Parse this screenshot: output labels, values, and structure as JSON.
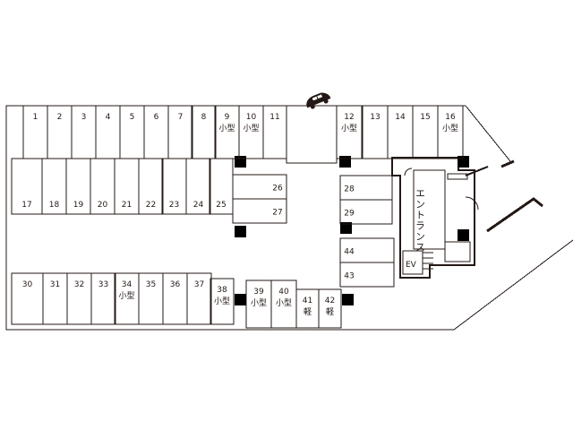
{
  "colors": {
    "line": "#231815",
    "fill": "#000000",
    "background": "#ffffff"
  },
  "icons": {
    "car": "car-icon"
  },
  "labels": {
    "entrance": "エントランス",
    "elevator": "EV"
  },
  "spaces": [
    {
      "number": "1"
    },
    {
      "number": "2"
    },
    {
      "number": "3"
    },
    {
      "number": "4"
    },
    {
      "number": "5"
    },
    {
      "number": "6"
    },
    {
      "number": "7"
    },
    {
      "number": "8"
    },
    {
      "number": "9",
      "type": "小型"
    },
    {
      "number": "10",
      "type": "小型"
    },
    {
      "number": "11"
    },
    {
      "number": "12",
      "type": "小型"
    },
    {
      "number": "13"
    },
    {
      "number": "14"
    },
    {
      "number": "15"
    },
    {
      "number": "16",
      "type": "小型"
    },
    {
      "number": "17"
    },
    {
      "number": "18"
    },
    {
      "number": "19"
    },
    {
      "number": "20"
    },
    {
      "number": "21"
    },
    {
      "number": "22"
    },
    {
      "number": "23"
    },
    {
      "number": "24"
    },
    {
      "number": "25"
    },
    {
      "number": "26"
    },
    {
      "number": "27"
    },
    {
      "number": "28"
    },
    {
      "number": "29"
    },
    {
      "number": "30"
    },
    {
      "number": "31"
    },
    {
      "number": "32"
    },
    {
      "number": "33"
    },
    {
      "number": "34",
      "type": "小型"
    },
    {
      "number": "35"
    },
    {
      "number": "36"
    },
    {
      "number": "37"
    },
    {
      "number": "38",
      "type": "小型"
    },
    {
      "number": "39",
      "type": "小型"
    },
    {
      "number": "40",
      "type": "小型"
    },
    {
      "number": "41",
      "type": "軽"
    },
    {
      "number": "42",
      "type": "軽"
    },
    {
      "number": "43"
    },
    {
      "number": "44"
    }
  ]
}
